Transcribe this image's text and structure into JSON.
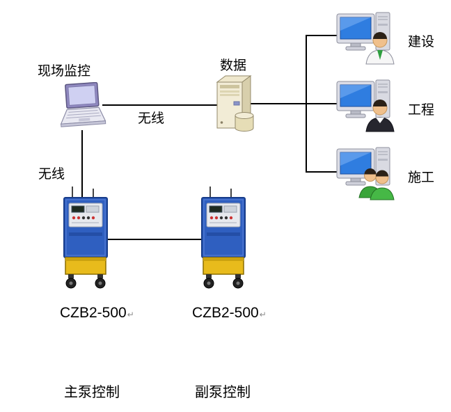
{
  "diagram": {
    "monitor": {
      "label": "现场监控"
    },
    "server": {
      "label": "数据"
    },
    "wireless_horizontal": "无线",
    "wireless_vertical": "无线",
    "clients": [
      {
        "label": "建设"
      },
      {
        "label": "工程"
      },
      {
        "label": "施工"
      }
    ],
    "devices": [
      {
        "model": "CZB2-500",
        "mark": "↵",
        "caption": "主泵控制"
      },
      {
        "model": "CZB2-500",
        "mark": "↵",
        "caption": "副泵控制"
      }
    ],
    "colors": {
      "connector": "#000000",
      "cabinet_blue": "#2f5fc0",
      "base_yellow": "#e8bb1c",
      "screen_blue": "#2f7de0",
      "server_beige": "#f2ecd6"
    }
  }
}
